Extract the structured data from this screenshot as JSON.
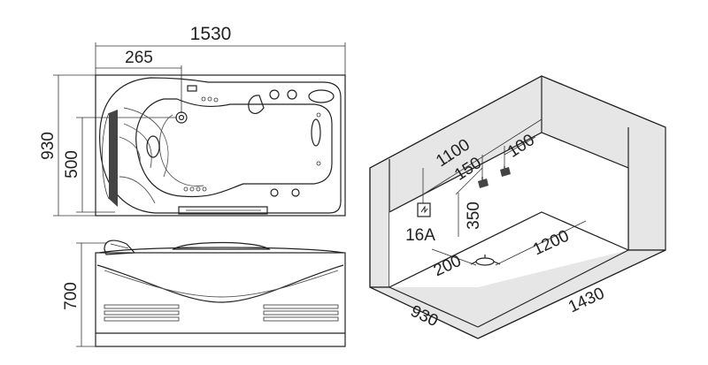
{
  "drawing": {
    "colors": {
      "line": "#222222",
      "wall": "#e6e6e6",
      "dark": "#444444",
      "background": "#ffffff"
    },
    "top_view": {
      "dim_length": "1530",
      "dim_offset": "265",
      "dim_width": "930",
      "dim_inner": "500"
    },
    "front_view": {
      "dim_height": "700"
    },
    "installation_view": {
      "dim_1100": "1100",
      "dim_150": "150",
      "dim_100": "100",
      "dim_350": "350",
      "power_label": "16A",
      "dim_1200": "1200",
      "dim_200": "200",
      "dim_930": "930",
      "dim_1430": "1430"
    }
  }
}
